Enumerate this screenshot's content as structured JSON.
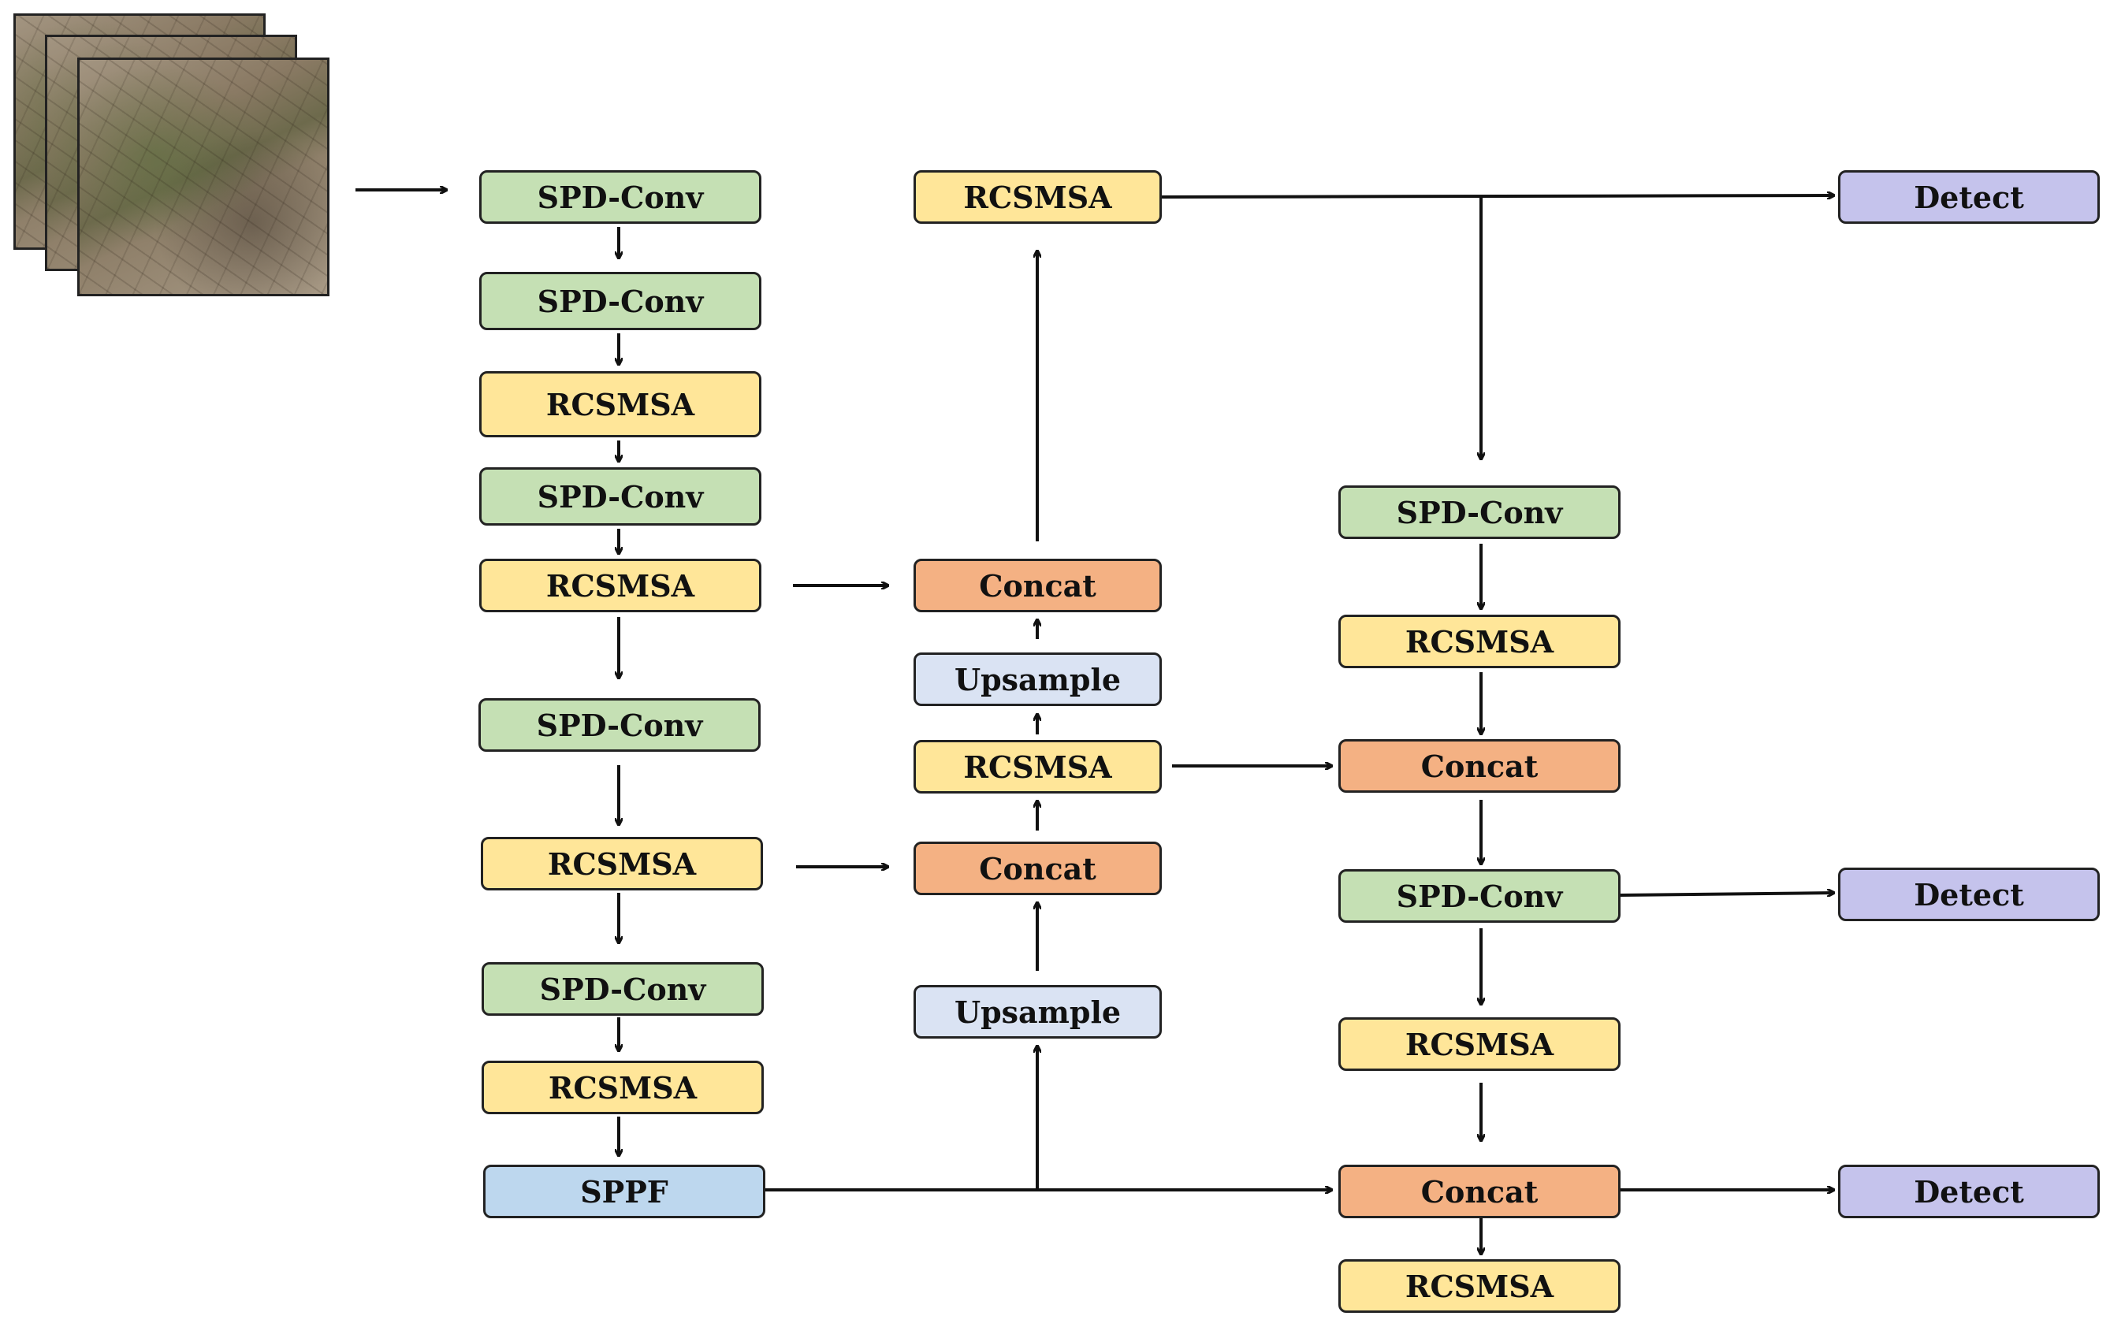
{
  "nodes": {
    "b1": "SPD-Conv",
    "b2": "SPD-Conv",
    "b3": "RCSMSA",
    "b4": "SPD-Conv",
    "b5": "RCSMSA",
    "b6": "SPD-Conv",
    "b7": "RCSMSA",
    "b8": "SPD-Conv",
    "b9": "RCSMSA",
    "b10": "SPPF",
    "n_top": "RCSMSA",
    "n_concat1": "Concat",
    "n_up1": "Upsample",
    "n_rcs": "RCSMSA",
    "n_concat2": "Concat",
    "n_up2": "Upsample",
    "h_spd1": "SPD-Conv",
    "h_rcs1": "RCSMSA",
    "h_concat1": "Concat",
    "h_spd2": "SPD-Conv",
    "h_rcs2": "RCSMSA",
    "h_concat2": "Concat",
    "h_rcs3": "RCSMSA",
    "det1": "Detect",
    "det2": "Detect",
    "det3": "Detect"
  },
  "colors": {
    "spd_conv": "#c5e0b4",
    "rcsmsa": "#ffe699",
    "concat": "#f4b183",
    "upsample": "#dae3f3",
    "sppf": "#bdd7ee",
    "detect": "#c5c3ec",
    "arrow": "#111111"
  }
}
